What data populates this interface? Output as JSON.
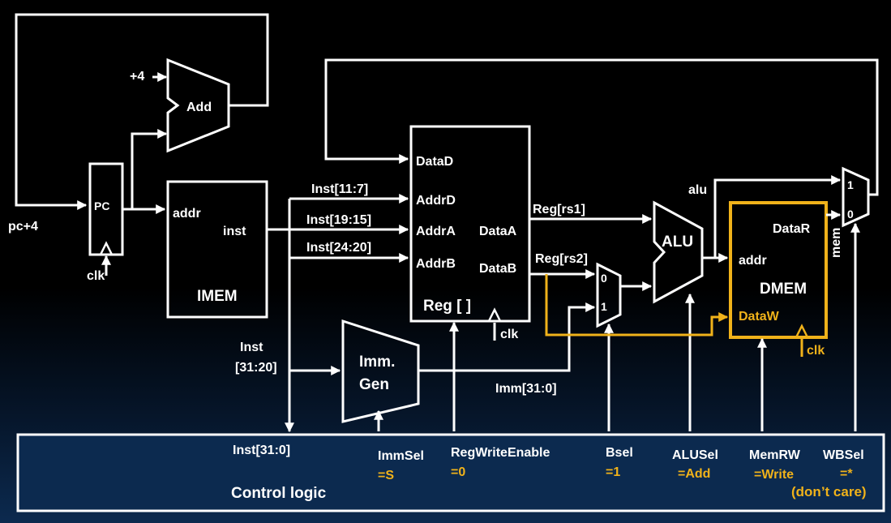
{
  "labels": {
    "plus4": "+4",
    "add": "Add",
    "pc": "PC",
    "pc_plus4": "pc+4",
    "clk": "clk",
    "addr": "addr",
    "inst": "inst",
    "imem": "IMEM",
    "inst_11_7": "Inst[11:7]",
    "inst_19_15": "Inst[19:15]",
    "inst_24_20": "Inst[24:20]",
    "inst_31_20_a": "Inst",
    "inst_31_20_b": "[31:20]",
    "imm_gen_a": "Imm.",
    "imm_gen_b": "Gen",
    "imm_31_0": "Imm[31:0]",
    "data_d": "DataD",
    "addr_d": "AddrD",
    "addr_a": "AddrA",
    "addr_b": "AddrB",
    "data_a": "DataA",
    "data_b": "DataB",
    "reg": "Reg [ ]",
    "reg_rs1": "Reg[rs1]",
    "reg_rs2": "Reg[rs2]",
    "mux_0": "0",
    "mux_1": "1",
    "alu": "ALU",
    "alu_wire": "alu",
    "data_r": "DataR",
    "dmem_addr": "addr",
    "dmem": "DMEM",
    "data_w": "DataW",
    "mem": "mem",
    "inst_31_0": "Inst[31:0]",
    "control_logic": "Control logic"
  },
  "controls": [
    {
      "name": "ImmSel",
      "value": "=S"
    },
    {
      "name": "RegWriteEnable",
      "value": "=0"
    },
    {
      "name": "Bsel",
      "value": "=1"
    },
    {
      "name": "ALUSel",
      "value": "=Add"
    },
    {
      "name": "MemRW",
      "value": "=Write"
    },
    {
      "name": "WBSel",
      "value": "=*"
    }
  ],
  "dont_care": "(don’t care)",
  "colors": {
    "wire": "#ffffff",
    "highlight": "#f0b21a",
    "control_bg": "#0c2a4f"
  }
}
